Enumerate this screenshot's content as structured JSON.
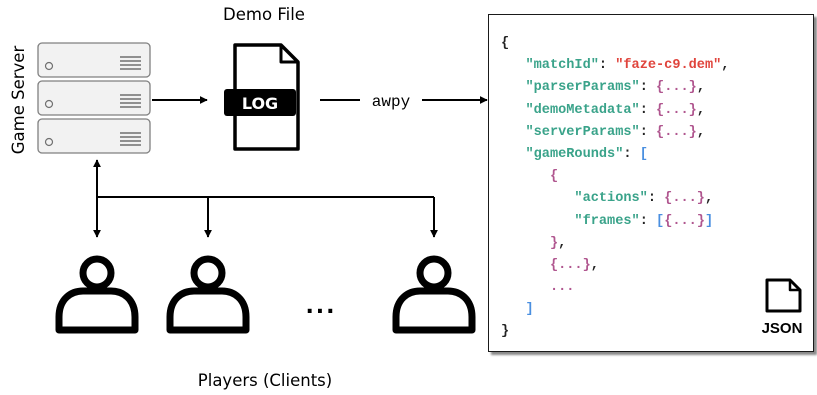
{
  "diagram": {
    "server_label": "Game Server",
    "demo_label": "Demo File",
    "log_badge": "LOG",
    "awpy_label": "awpy",
    "players_label": "Players (Clients)",
    "ellipsis": "...",
    "json_badge": "JSON",
    "colors": {
      "json_key": "#3aa38a",
      "json_string": "#e0443c",
      "json_object_brace": "#b0568f",
      "json_array_bracket": "#4a8fe0"
    },
    "icons": [
      "server-rack-icon",
      "log-file-icon",
      "user-icon",
      "json-file-icon"
    ]
  },
  "json_lines": [
    [
      {
        "t": "{",
        "c": "pl"
      }
    ],
    [
      {
        "t": "   "
      },
      {
        "t": "\"matchId\"",
        "c": "k"
      },
      {
        "t": ": ",
        "c": "pl"
      },
      {
        "t": "\"faze-c9.dem\"",
        "c": "s"
      },
      {
        "t": ",",
        "c": "pl"
      }
    ],
    [
      {
        "t": "   "
      },
      {
        "t": "\"parserParams\"",
        "c": "k"
      },
      {
        "t": ": ",
        "c": "pl"
      },
      {
        "t": "{...}",
        "c": "br"
      },
      {
        "t": ",",
        "c": "pl"
      }
    ],
    [
      {
        "t": "   "
      },
      {
        "t": "\"demoMetadata\"",
        "c": "k"
      },
      {
        "t": ": ",
        "c": "pl"
      },
      {
        "t": "{...}",
        "c": "br"
      },
      {
        "t": ",",
        "c": "pl"
      }
    ],
    [
      {
        "t": "   "
      },
      {
        "t": "\"serverParams\"",
        "c": "k"
      },
      {
        "t": ": ",
        "c": "pl"
      },
      {
        "t": "{...}",
        "c": "br"
      },
      {
        "t": ",",
        "c": "pl"
      }
    ],
    [
      {
        "t": "   "
      },
      {
        "t": "\"gameRounds\"",
        "c": "k"
      },
      {
        "t": ": ",
        "c": "pl"
      },
      {
        "t": "[",
        "c": "bl"
      }
    ],
    [
      {
        "t": "      "
      },
      {
        "t": "{",
        "c": "br"
      }
    ],
    [
      {
        "t": "         "
      },
      {
        "t": "\"actions\"",
        "c": "k"
      },
      {
        "t": ": ",
        "c": "pl"
      },
      {
        "t": "{...}",
        "c": "br"
      },
      {
        "t": ",",
        "c": "pl"
      }
    ],
    [
      {
        "t": "         "
      },
      {
        "t": "\"frames\"",
        "c": "k"
      },
      {
        "t": ": ",
        "c": "pl"
      },
      {
        "t": "[",
        "c": "bl"
      },
      {
        "t": "{...}",
        "c": "br"
      },
      {
        "t": "]",
        "c": "bl"
      }
    ],
    [
      {
        "t": "      "
      },
      {
        "t": "}",
        "c": "br"
      },
      {
        "t": ",",
        "c": "pl"
      }
    ],
    [
      {
        "t": "      "
      },
      {
        "t": "{...}",
        "c": "br"
      },
      {
        "t": ",",
        "c": "pl"
      }
    ],
    [
      {
        "t": "      "
      },
      {
        "t": "...",
        "c": "br"
      }
    ],
    [
      {
        "t": "   "
      },
      {
        "t": "]",
        "c": "bl"
      }
    ],
    [
      {
        "t": "}",
        "c": "pl"
      }
    ]
  ]
}
